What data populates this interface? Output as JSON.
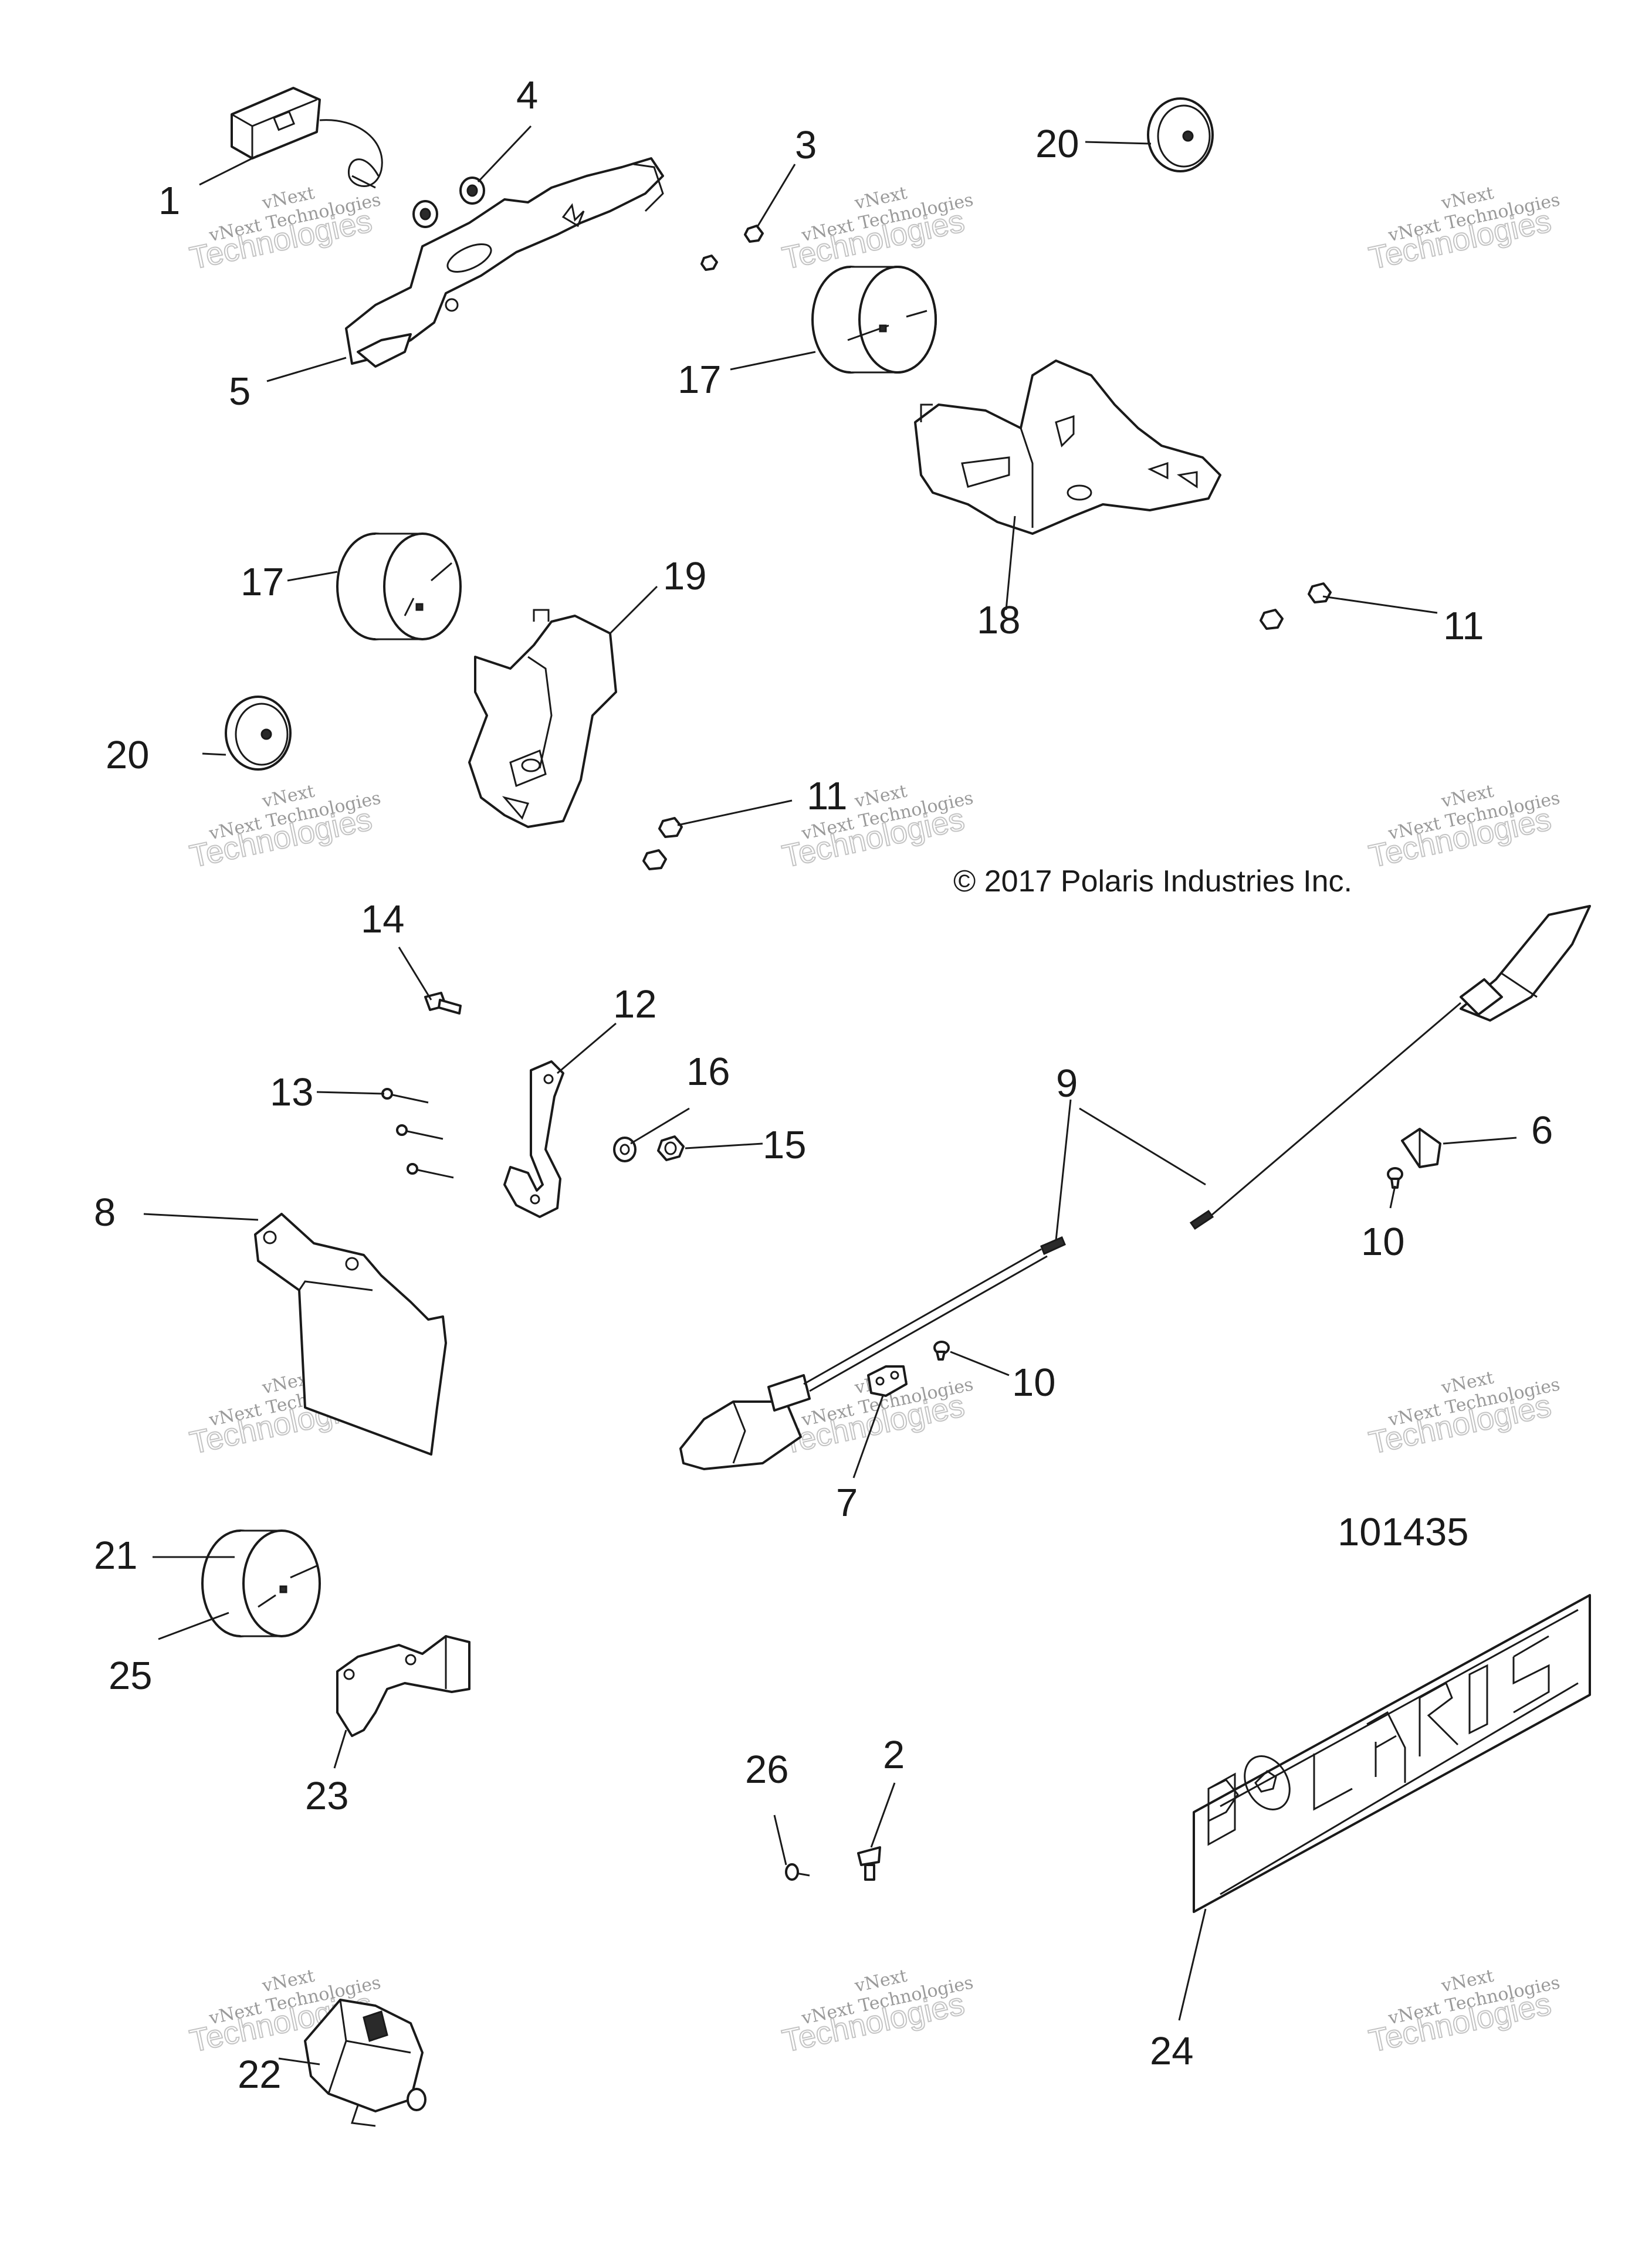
{
  "copyright": "© 2017 Polaris Industries Inc.",
  "drawing_number": "101435",
  "watermark": {
    "line1": "vNext",
    "line2": "vNext Technologies",
    "line3": "Technologies"
  },
  "callouts": {
    "c1": "1",
    "c2": "2",
    "c3": "3",
    "c4": "4",
    "c5": "5",
    "c6": "6",
    "c7": "7",
    "c8": "8",
    "c9": "9",
    "c10a": "10",
    "c10b": "10",
    "c11a": "11",
    "c11b": "11",
    "c12": "12",
    "c13": "13",
    "c14": "14",
    "c15": "15",
    "c16": "16",
    "c17a": "17",
    "c17b": "17",
    "c18": "18",
    "c19": "19",
    "c20a": "20",
    "c20b": "20",
    "c21": "21",
    "c22": "22",
    "c23": "23",
    "c24": "24",
    "c25": "25",
    "c26": "26"
  }
}
